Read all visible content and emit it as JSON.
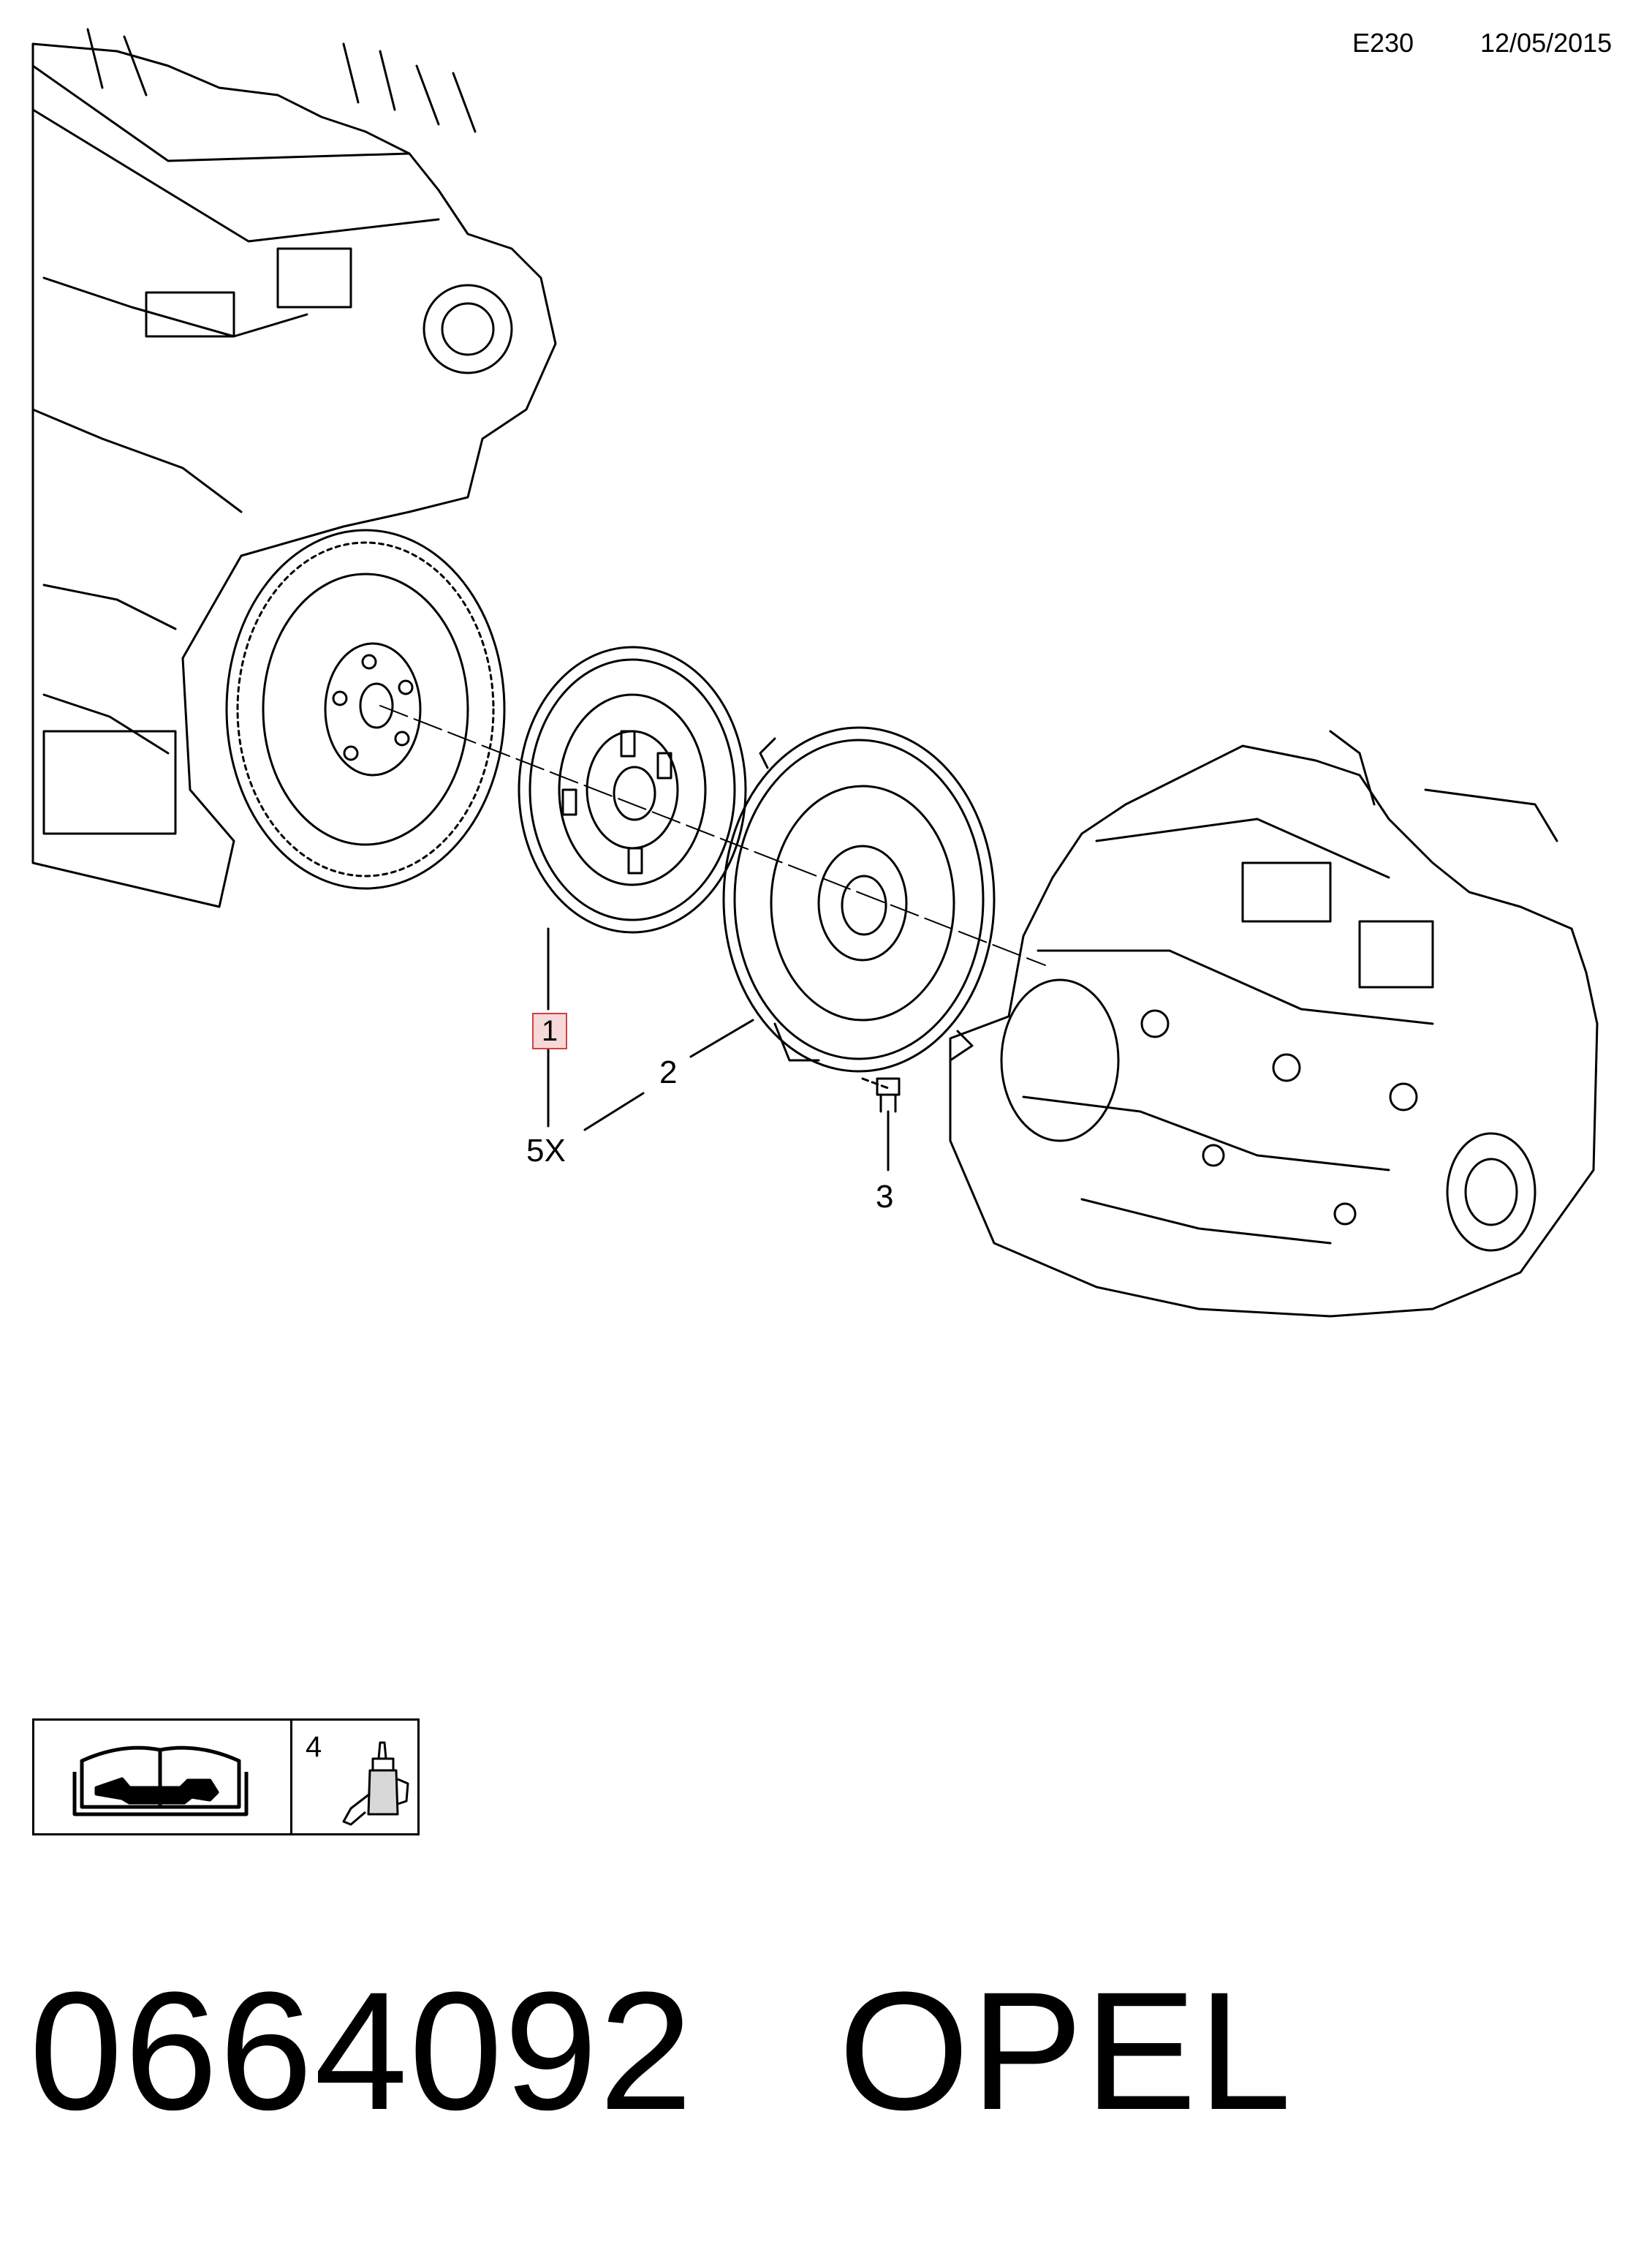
{
  "header": {
    "code": "E230",
    "date": "12/05/2015"
  },
  "callouts": {
    "c1": "1",
    "c2": "2",
    "c3": "3",
    "c5x": "5X",
    "c4": "4"
  },
  "footer": {
    "part_number": "0664092",
    "brand": "OPEL"
  },
  "colors": {
    "line": "#000000",
    "highlight_fill": "#f6d8d8",
    "highlight_border": "#d04040"
  }
}
